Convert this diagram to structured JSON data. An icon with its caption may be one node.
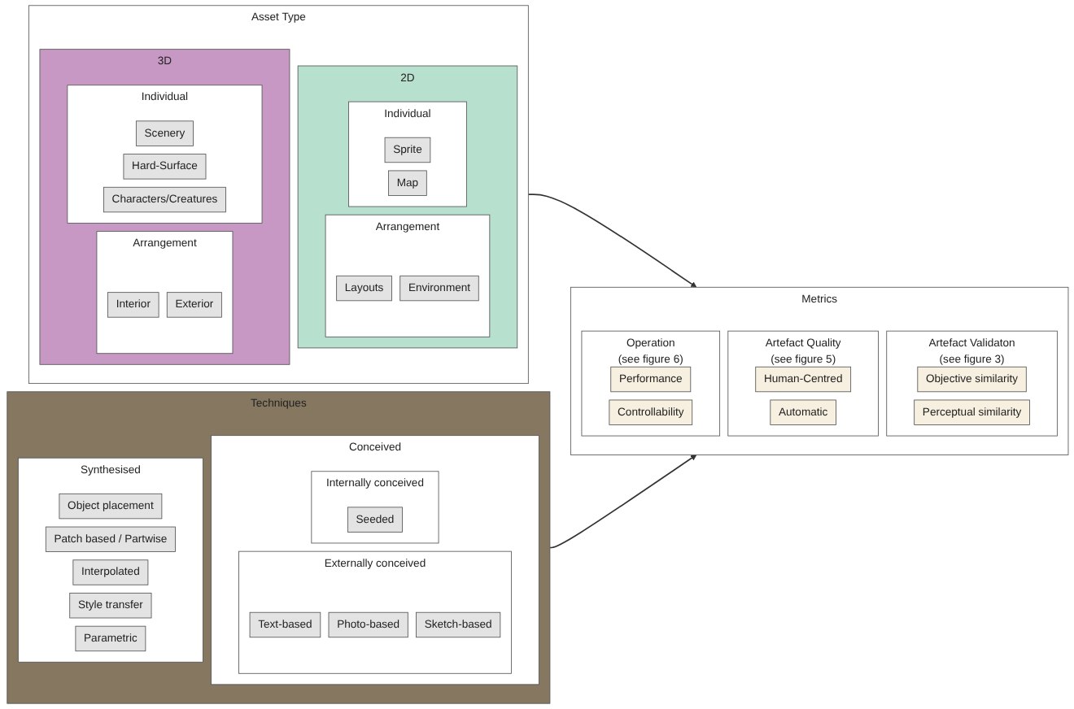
{
  "diagram": {
    "nodes": [
      {
        "text": [
          "Asset Type"
        ]
      },
      {
        "text": [
          "2D"
        ],
        "in": 0
      },
      {
        "text": [
          "Arrangement"
        ],
        "in": 1
      },
      {
        "text": [
          "Layouts"
        ],
        "in": 2
      },
      {
        "text": [
          "Environment"
        ],
        "in": 2
      },
      {
        "text": [
          "Individual"
        ],
        "in": 1
      },
      {
        "text": [
          "Sprite"
        ],
        "in": 5
      },
      {
        "text": [
          "Map"
        ],
        "in": 5
      },
      {
        "text": [
          "3D"
        ],
        "in": 0
      },
      {
        "text": [
          "Arrangement"
        ],
        "in": 8
      },
      {
        "text": [
          "Interior"
        ],
        "in": 9
      },
      {
        "text": [
          "Exterior"
        ],
        "in": 9
      },
      {
        "text": [
          "Individual"
        ],
        "in": 8
      },
      {
        "text": [
          "Scenery"
        ],
        "in": 12
      },
      {
        "text": [
          "Hard-Surface"
        ],
        "in": 12
      },
      {
        "text": [
          "Characters/Creatures"
        ],
        "in": 12
      },
      {
        "text": [
          "Metrics"
        ]
      },
      {
        "text": [
          "Artefact Validaton",
          "(see figure 3)"
        ],
        "in": 16
      },
      {
        "text": [
          "Objective similarity"
        ],
        "in": 17
      },
      {
        "text": [
          "Perceptual similarity"
        ],
        "in": 17
      },
      {
        "text": [
          "Artefact Quality",
          "(see figure 5)"
        ],
        "in": 16
      },
      {
        "text": [
          "Human-Centred"
        ],
        "in": 20
      },
      {
        "text": [
          "Automatic"
        ],
        "in": 20
      },
      {
        "text": [
          "Operation",
          "(see figure 6)"
        ],
        "in": 16
      },
      {
        "text": [
          "Performance"
        ],
        "in": 23
      },
      {
        "text": [
          "Controllability"
        ],
        "in": 23
      },
      {
        "text": [
          "Techniques"
        ]
      },
      {
        "text": [
          "Conceived"
        ],
        "in": 26
      },
      {
        "text": [
          "Externally conceived"
        ],
        "in": 27
      },
      {
        "text": [
          "Text-based"
        ],
        "in": 28
      },
      {
        "text": [
          "Photo-based"
        ],
        "in": 28
      },
      {
        "text": [
          "Sketch-based"
        ],
        "in": 28
      },
      {
        "text": [
          "Internally conceived"
        ],
        "in": 27
      },
      {
        "text": [
          "Seeded"
        ],
        "in": 32
      },
      {
        "text": [
          "Synthesised"
        ],
        "in": 26
      },
      {
        "text": [
          "Object placement"
        ],
        "in": 34
      },
      {
        "text": [
          "Patch based / Partwise"
        ],
        "in": 34
      },
      {
        "text": [
          "Interpolated"
        ],
        "in": 34
      },
      {
        "text": [
          "Style transfer"
        ],
        "in": 34
      },
      {
        "text": [
          "Parametric"
        ],
        "in": 34
      }
    ],
    "edges": [
      {
        "from": 0,
        "to": 16,
        "arrow": "to"
      },
      {
        "from": 26,
        "to": 16,
        "arrow": "to"
      }
    ]
  }
}
